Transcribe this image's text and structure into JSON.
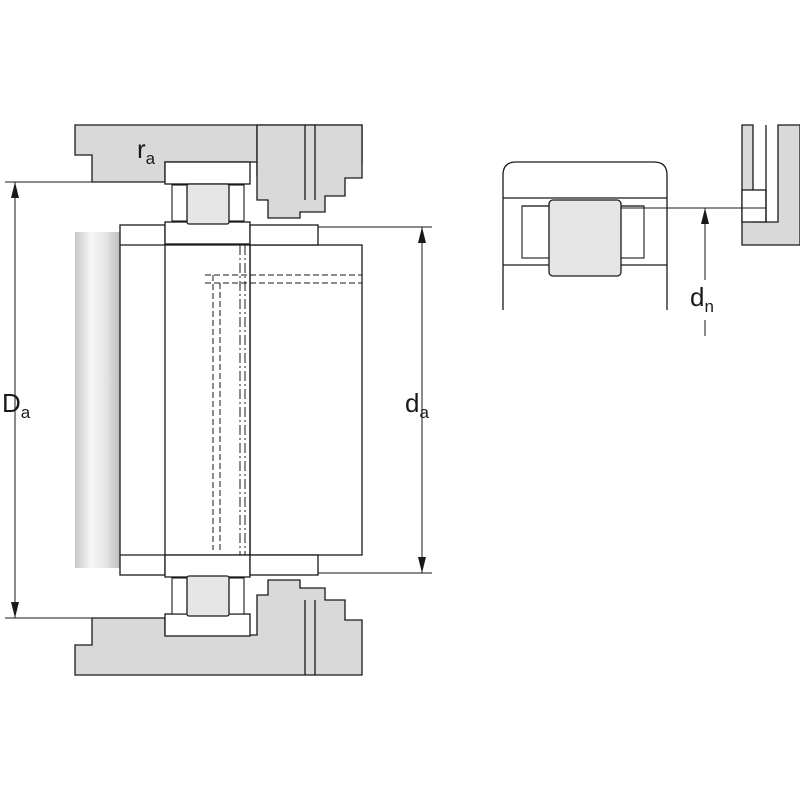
{
  "labels": {
    "Da": {
      "main": "D",
      "sub": "a"
    },
    "da": {
      "main": "d",
      "sub": "a"
    },
    "ra": {
      "main": "r",
      "sub": "a"
    },
    "dn": {
      "main": "d",
      "sub": "n"
    }
  },
  "colors": {
    "housing_fill": "#d9d9d9",
    "shaft_light": "#f3f3f3",
    "shaft_dark": "#c4c4c4",
    "line": "#1a1a1a"
  }
}
